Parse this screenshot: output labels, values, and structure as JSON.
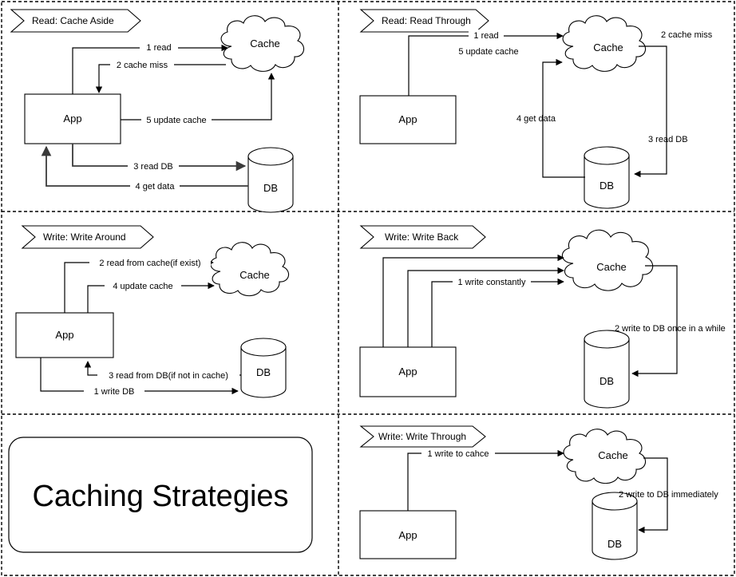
{
  "diagram": {
    "title": "Caching Strategies",
    "panels": [
      {
        "id": "read-cache-aside",
        "banner": "Read: Cache Aside",
        "nodes": {
          "app": "App",
          "cache": "Cache",
          "db": "DB"
        },
        "edges": [
          "1 read",
          "2 cache miss",
          "5 update cache",
          "3 read DB",
          "4 get data"
        ]
      },
      {
        "id": "read-read-through",
        "banner": "Read: Read Through",
        "nodes": {
          "app": "App",
          "cache": "Cache",
          "db": "DB"
        },
        "edges": [
          "1 read",
          "2 cache miss",
          "5 update cache",
          "4 get data",
          "3 read DB"
        ]
      },
      {
        "id": "write-write-around",
        "banner": "Write: Write Around",
        "nodes": {
          "app": "App",
          "cache": "Cache",
          "db": "DB"
        },
        "edges": [
          "2 read from cache(if exist)",
          "4 update cache",
          "3 read from DB(if not in cache)",
          "1 write DB"
        ]
      },
      {
        "id": "write-write-back",
        "banner": "Write: Write Back",
        "nodes": {
          "app": "App",
          "cache": "Cache",
          "db": "DB"
        },
        "edges": [
          "1 write constantly",
          "2 write to DB once in a while"
        ]
      },
      {
        "id": "title-panel",
        "banner": "",
        "nodes": {
          "title": "Caching Strategies"
        },
        "edges": []
      },
      {
        "id": "write-write-through",
        "banner": "Write: Write Through",
        "nodes": {
          "app": "App",
          "cache": "Cache",
          "db": "DB"
        },
        "edges": [
          "1 write to cahce",
          "2 write to DB immediately"
        ]
      }
    ]
  },
  "colors": {
    "stroke": "#000000",
    "gray_stroke": "#666666",
    "background": "#ffffff",
    "divider": "#000000"
  }
}
